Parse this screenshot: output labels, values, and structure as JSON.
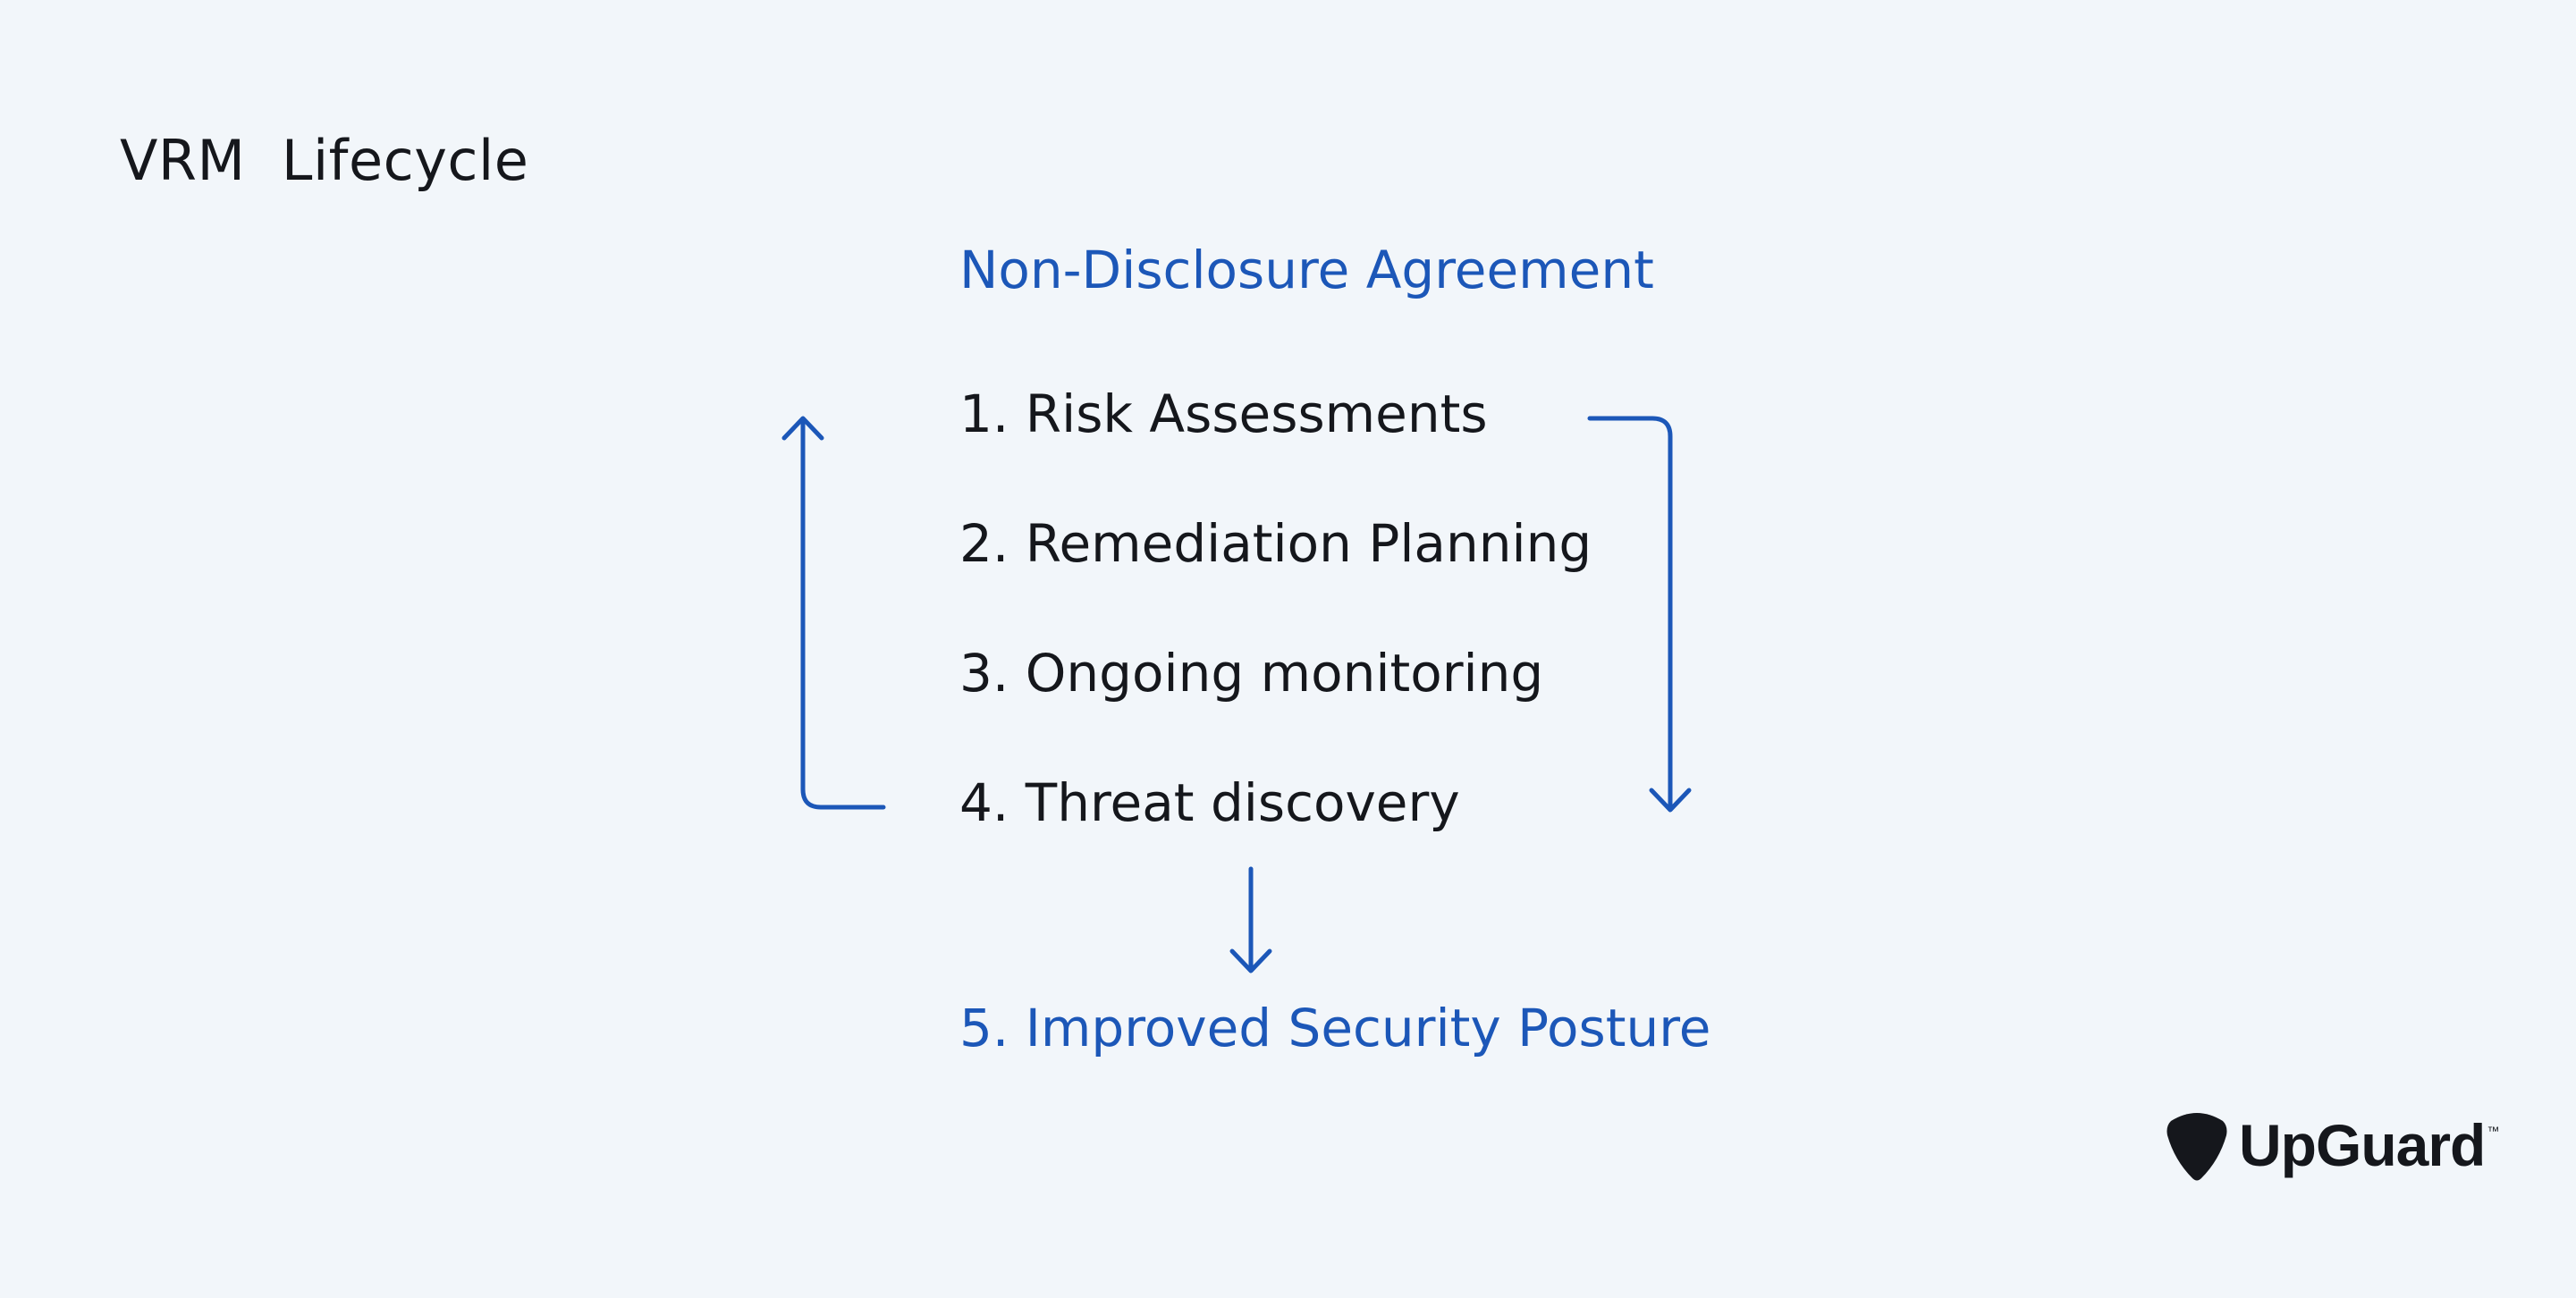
{
  "title": "VRM  Lifecycle",
  "header": "Non-Disclosure Agreement",
  "steps": [
    {
      "label": "1. Risk Assessments"
    },
    {
      "label": "2. Remediation Planning"
    },
    {
      "label": "3. Ongoing monitoring"
    },
    {
      "label": "4. Threat discovery"
    }
  ],
  "outcome": "5. Improved Security Posture",
  "brand": {
    "name": "UpGuard",
    "trademark": "™"
  },
  "colors": {
    "background": "#f2f6fa",
    "accent": "#1c57b8",
    "text": "#15171c"
  },
  "icons": {
    "logo": "upguard-pick-icon"
  }
}
